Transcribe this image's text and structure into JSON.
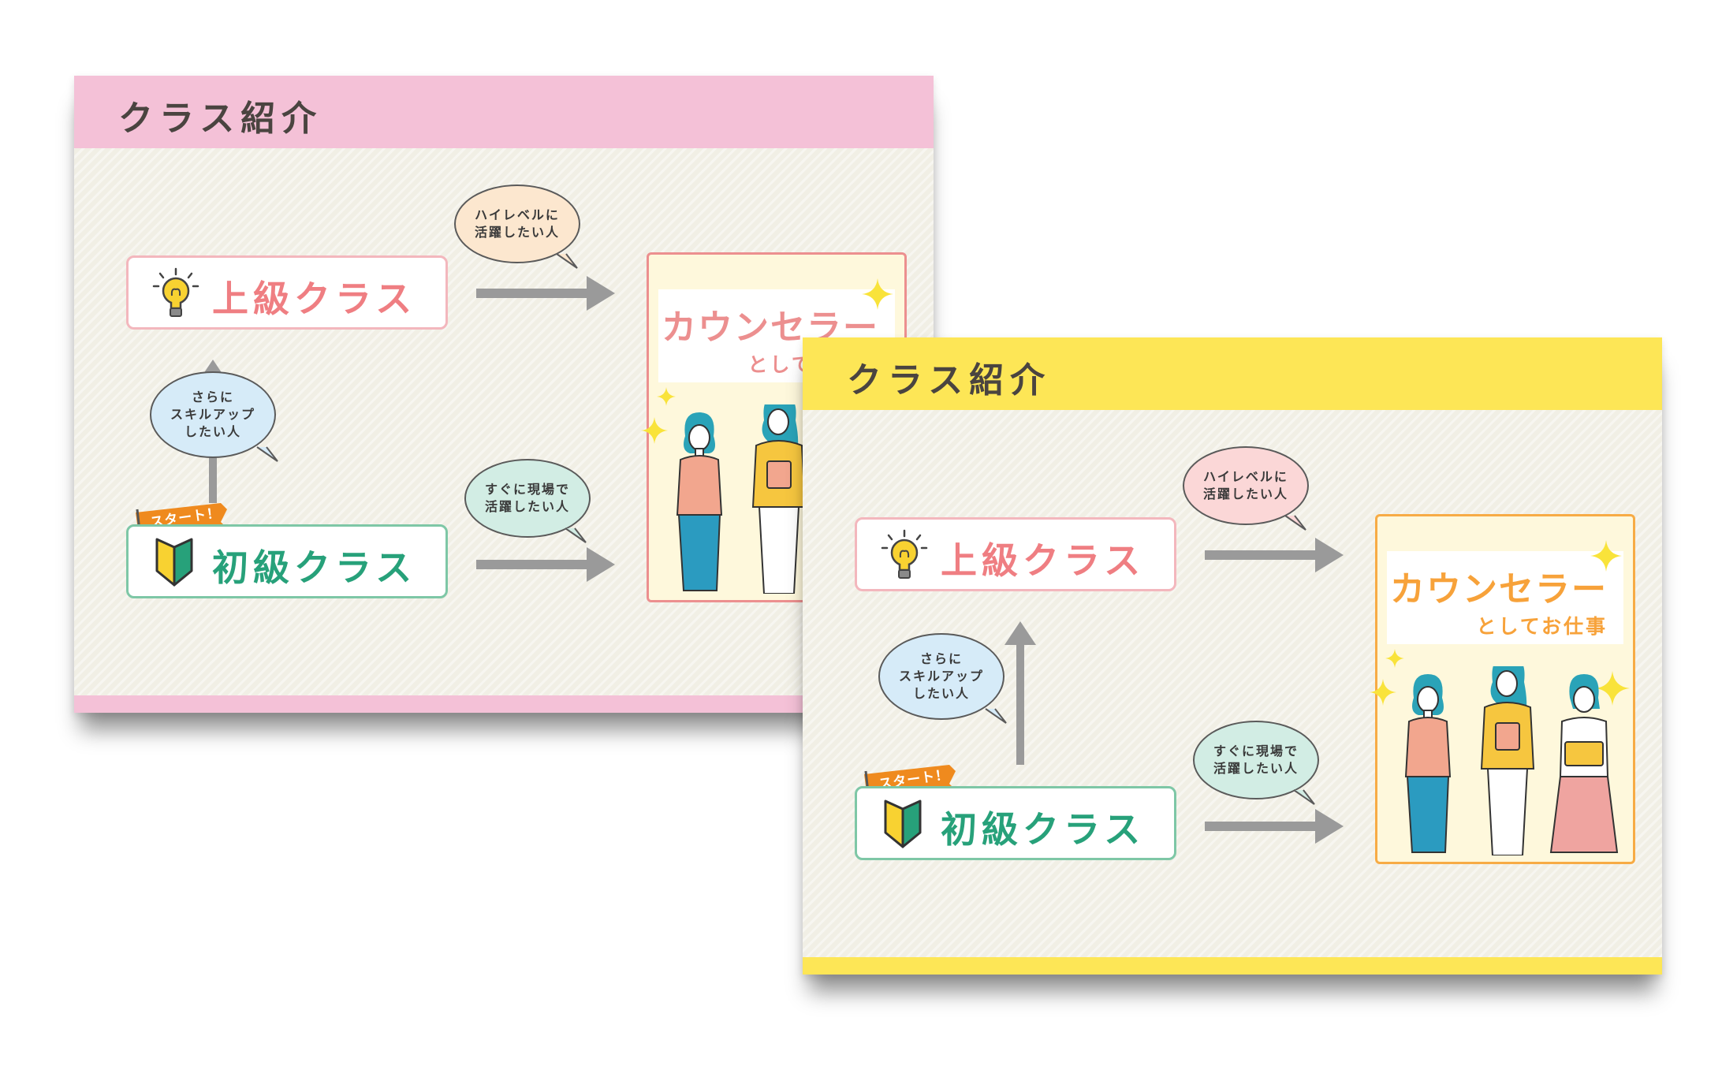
{
  "slides": [
    {
      "id": "pink",
      "header": {
        "title": "クラス紹介",
        "color": "#f4c1d7"
      },
      "advanced_class": {
        "label": "上級クラス",
        "icon": "lightbulb-icon"
      },
      "beginner_class": {
        "label": "初級クラス",
        "icon": "beginner-mark-icon",
        "flag": "スタート！"
      },
      "bubbles": {
        "high_level": "ハイレベルに\n活躍したい人",
        "more_skills": "さらに\nスキルアップ\nしたい人",
        "right_away": "すぐに現場で\n活躍したい人"
      },
      "job_card": {
        "title": "カウンセラー",
        "subtitle": "としてお仕事",
        "accent": "#ec8f8f"
      }
    },
    {
      "id": "yellow",
      "header": {
        "title": "クラス紹介",
        "color": "#fde656"
      },
      "advanced_class": {
        "label": "上級クラス",
        "icon": "lightbulb-icon"
      },
      "beginner_class": {
        "label": "初級クラス",
        "icon": "beginner-mark-icon",
        "flag": "スタート！"
      },
      "bubbles": {
        "high_level": "ハイレベルに\n活躍したい人",
        "more_skills": "さらに\nスキルアップ\nしたい人",
        "right_away": "すぐに現場で\n活躍したい人"
      },
      "job_card": {
        "title": "カウンセラー",
        "subtitle": "としてお仕事",
        "accent": "#f7a23a"
      }
    }
  ]
}
